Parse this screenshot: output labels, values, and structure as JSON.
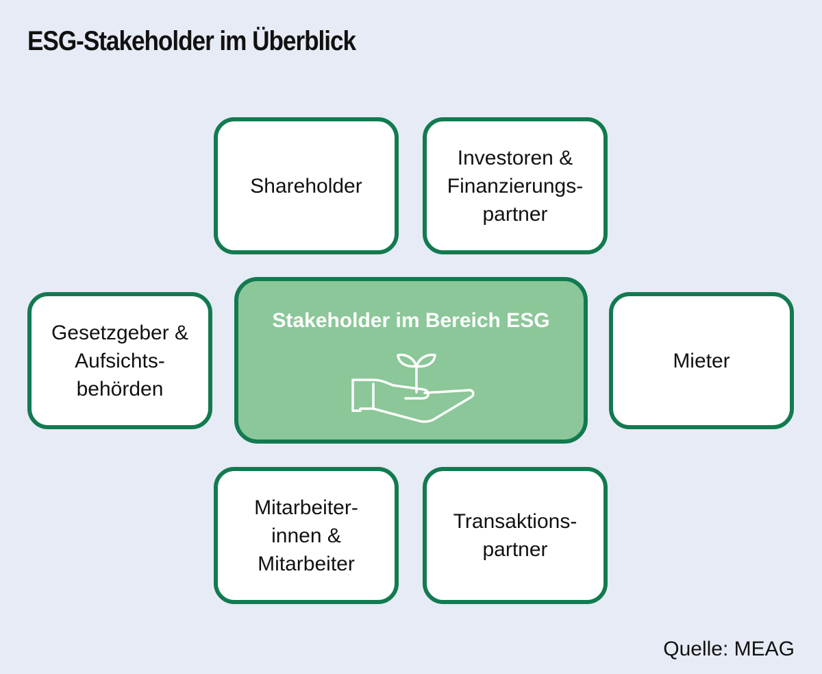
{
  "title": "ESG-Stakeholder im Überblick",
  "center": {
    "label": "Stakeholder im Bereich ESG",
    "icon": "hand-with-seedling-icon",
    "fill_color": "#8bc798",
    "border_color": "#137a50"
  },
  "stakeholders": [
    "Shareholder",
    "Investoren &\nFinanzierungs-\npartner",
    "Gesetzgeber &\nAufsichts-\nbehörden",
    "Mieter",
    "Mitarbeiter-\ninnen &\nMitarbeiter",
    "Transaktions-\npartner"
  ],
  "source": "Quelle: MEAG",
  "colors": {
    "background": "#e6ebf5",
    "box_border": "#137a50",
    "box_fill": "#ffffff"
  }
}
